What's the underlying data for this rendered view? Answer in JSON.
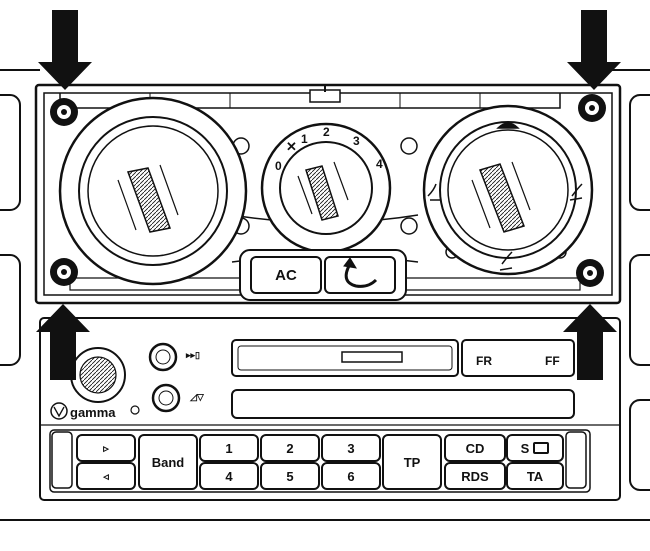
{
  "climate_panel": {
    "fan_dial": {
      "scale": [
        "0",
        "1",
        "2",
        "3",
        "4"
      ],
      "mark": "✕"
    },
    "ac_button": "AC",
    "recirc_button_icon": "recirculation-icon",
    "temp_dial_icon": "temperature-dial-icon",
    "air_dist_icons": [
      "defrost-icon",
      "face-vent-icon",
      "feet-icon",
      "face-feet-icon"
    ]
  },
  "radio": {
    "brand": "gamma",
    "logo_icon": "vw-logo-icon",
    "button_icons": [
      "play-pause-icon",
      "balance-icon"
    ],
    "fader_labels": {
      "front": "FR",
      "back": "FF"
    },
    "keys": {
      "seek_up": "▹",
      "seek_down": "◃",
      "band": "Band",
      "presets_top": [
        "1",
        "2",
        "3"
      ],
      "presets_bottom": [
        "4",
        "5",
        "6"
      ],
      "tp": "TP",
      "cd": "CD",
      "rds": "RDS",
      "s": "S",
      "ta": "TA"
    }
  },
  "callout_arrows": [
    "arrow-top-left",
    "arrow-top-right",
    "arrow-bottom-left",
    "arrow-bottom-right"
  ]
}
